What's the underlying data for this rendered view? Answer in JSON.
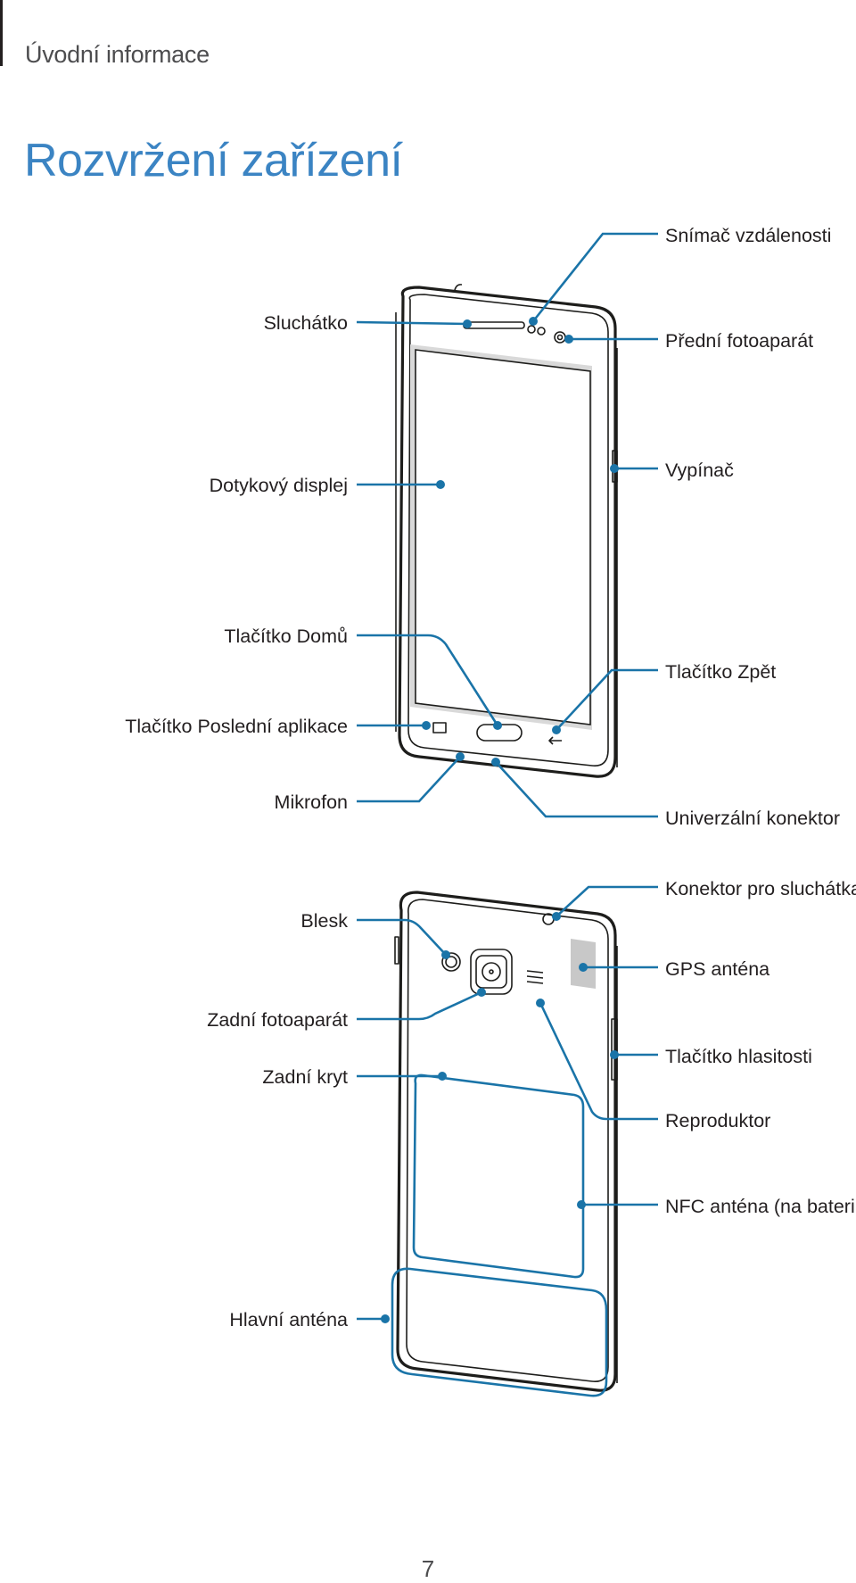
{
  "header": {
    "section": "Úvodní informace"
  },
  "title": "Rozvržení zařízení",
  "front_view": {
    "labels": {
      "proximity_sensor": "Snímač vzdálenosti",
      "earpiece": "Sluchátko",
      "front_camera": "Přední fotoaparát",
      "touchscreen": "Dotykový displej",
      "power_button": "Vypínač",
      "home_button": "Tlačítko Domů",
      "back_button": "Tlačítko Zpět",
      "recent_apps_button": "Tlačítko Poslední aplikace",
      "microphone": "Mikrofon",
      "multipurpose_jack": "Univerzální konektor"
    }
  },
  "back_view": {
    "labels": {
      "headset_jack": "Konektor pro sluchátka",
      "flash": "Blesk",
      "gps_antenna": "GPS anténa",
      "rear_camera": "Zadní fotoaparát",
      "volume_button": "Tlačítko hlasitosti",
      "back_cover": "Zadní kryt",
      "speaker": "Reproduktor",
      "nfc_antenna": "NFC anténa (na baterii)",
      "main_antenna": "Hlavní anténa"
    }
  },
  "footer": {
    "page_number": "7"
  },
  "colors": {
    "title": "#3b84c3",
    "callout": "#1a74a8",
    "text": "#231f20"
  }
}
